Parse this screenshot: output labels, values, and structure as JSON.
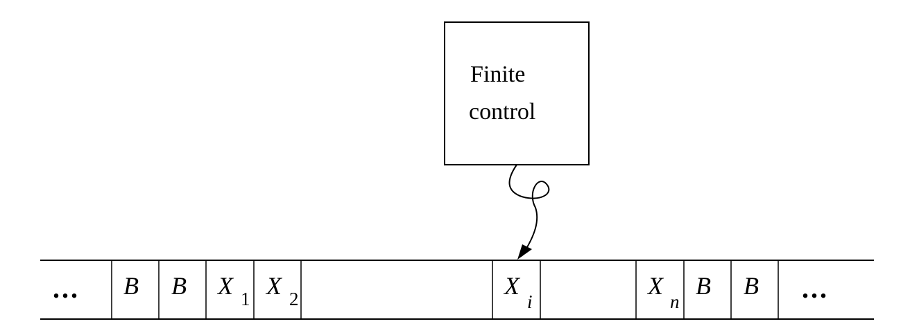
{
  "finite_control": {
    "line1": "Finite",
    "line2": "control"
  },
  "tape": {
    "left_ellipsis": "...",
    "right_ellipsis": "...",
    "cells": [
      {
        "symbol": "B",
        "subscript": ""
      },
      {
        "symbol": "B",
        "subscript": ""
      },
      {
        "symbol": "X",
        "subscript": "1"
      },
      {
        "symbol": "X",
        "subscript": "2"
      },
      {
        "symbol": "",
        "subscript": ""
      },
      {
        "symbol": "X",
        "subscript": "i"
      },
      {
        "symbol": "",
        "subscript": ""
      },
      {
        "symbol": "X",
        "subscript": "n"
      },
      {
        "symbol": "B",
        "subscript": ""
      },
      {
        "symbol": "B",
        "subscript": ""
      }
    ]
  }
}
